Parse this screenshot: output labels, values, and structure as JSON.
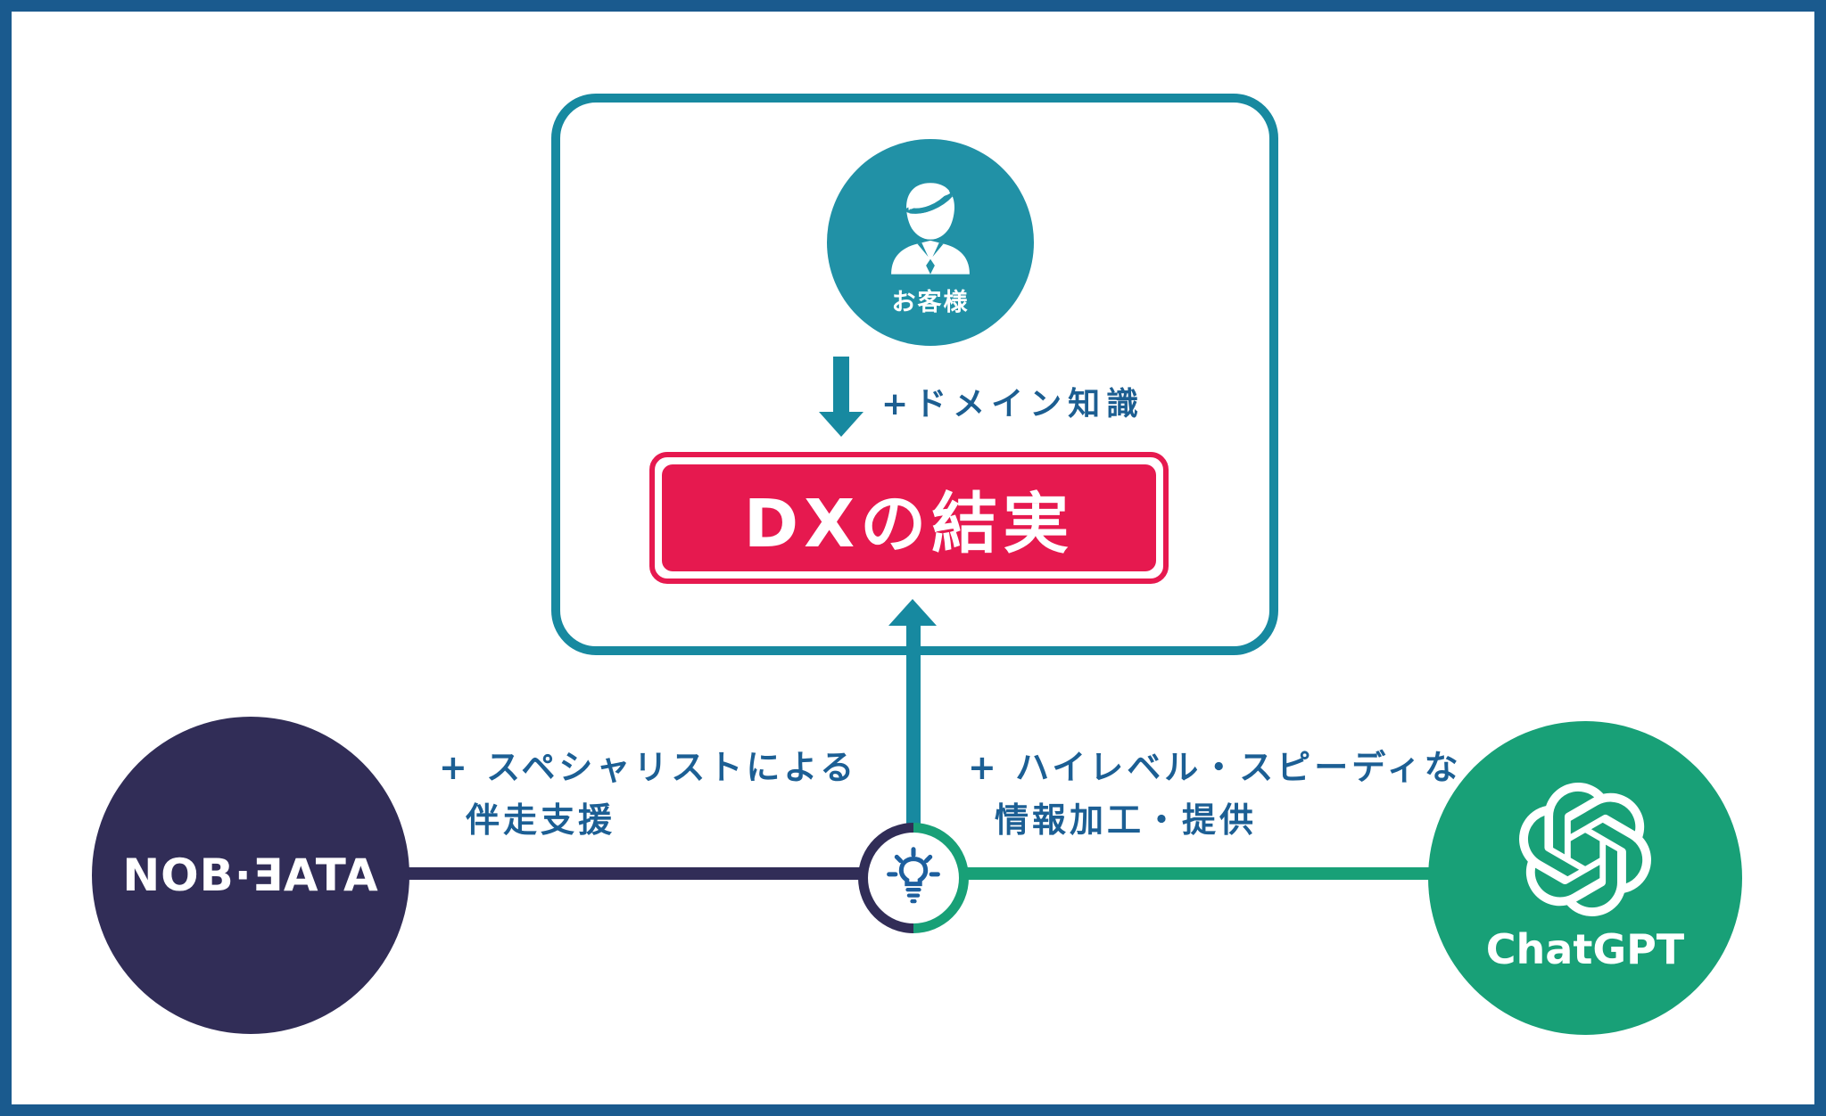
{
  "diagram": {
    "frame_color": "#1a5a8e",
    "teal": "#1789a0",
    "red": "#e6194f",
    "navy": "#312d57",
    "green": "#18a077",
    "label_blue": "#1c5f94",
    "bulb_blue": "#1d5f9e"
  },
  "panel": {
    "customer_label": "お客様",
    "domain_label": "+ドメイン知識",
    "result_label": "DXの結実"
  },
  "nodes": {
    "left": {
      "name": "NOB DATA",
      "logo_text": "NOB·ƎATA"
    },
    "right": {
      "name": "ChatGPT",
      "logo_text": "ChatGPT"
    }
  },
  "edges": {
    "left_line1": "+ スペシャリストによる",
    "left_line2": "伴走支援",
    "right_line1": "+ ハイレベル・スピーディな",
    "right_line2": "情報加工・提供"
  }
}
